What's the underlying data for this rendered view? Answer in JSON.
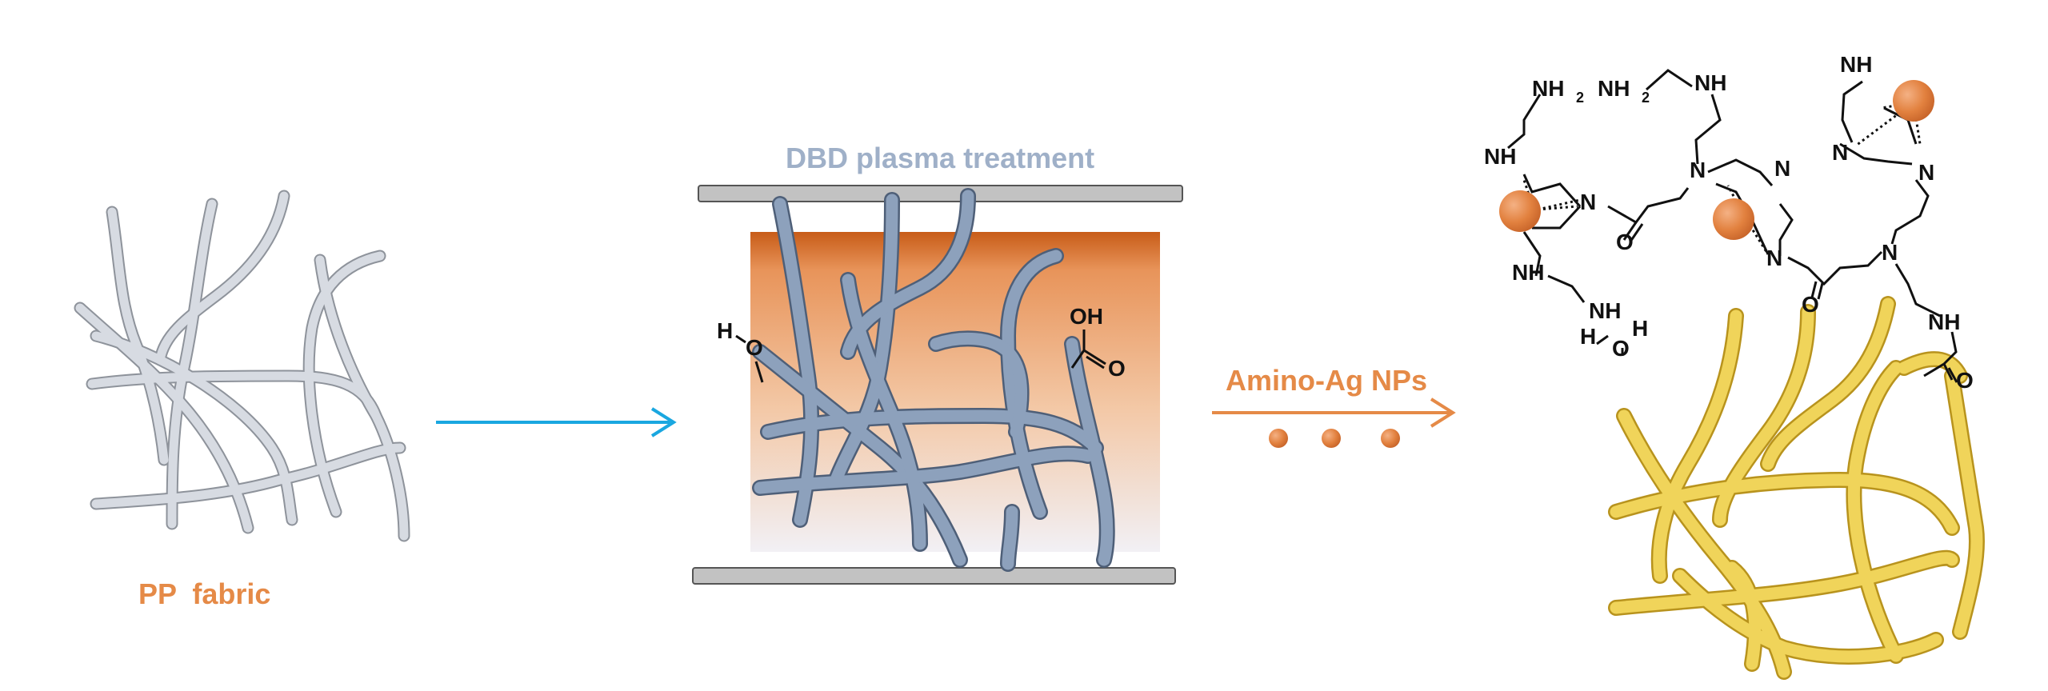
{
  "labels": {
    "pp_fabric": "PP  fabric",
    "plasma_treatment": "DBD plasma treatment",
    "amino_ag": "Amino-Ag NPs"
  },
  "chem_left": {
    "h": "H",
    "o": "O",
    "oh": "OH",
    "o2": "O"
  },
  "chem_right": {
    "nh2_a": "NH",
    "nh2_b": "NH",
    "sub2": "2",
    "nh_top": "NH",
    "nh_right_top": "NH",
    "n_right_top": "N",
    "n_center": "N",
    "n_left": "N",
    "nh_left": "NH",
    "o_left": "O",
    "n_mid": "N",
    "n_pip": "N",
    "n_pip2": "N",
    "o_mid": "O",
    "n_right2": "N",
    "nh_low": "NH",
    "nh_lower": "NH",
    "h_lower": "H",
    "h_o": "H",
    "o_lower": "O",
    "nh_amide": "NH",
    "o_amide": "O"
  },
  "colors": {
    "raw_fiber": "#c8ccd4",
    "plasma_fiber": "#7f93ad",
    "gold_fiber": "#e8c948",
    "orange": "#e58a47",
    "arrow_blue": "#1aa7e0",
    "plasma_label": "#9fb0c8",
    "electrode": "#b9b9b9"
  }
}
